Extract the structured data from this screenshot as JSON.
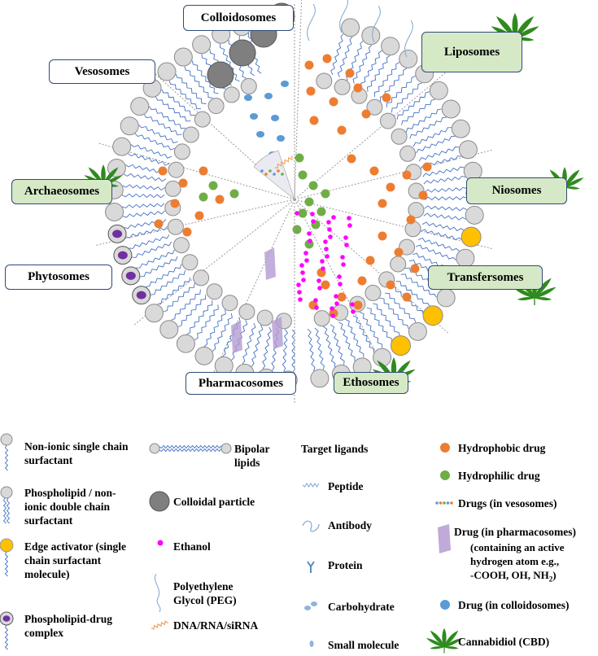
{
  "diagram": {
    "vesicle_types": [
      {
        "id": "colloidosomes",
        "label": "Colloidosomes",
        "cbd": false
      },
      {
        "id": "liposomes",
        "label": "Liposomes",
        "cbd": true
      },
      {
        "id": "vesosomes",
        "label": "Vesosomes",
        "cbd": false
      },
      {
        "id": "archaeosomes",
        "label": "Archaeosomes",
        "cbd": true
      },
      {
        "id": "niosomes",
        "label": "Niosomes",
        "cbd": true
      },
      {
        "id": "phytosomes",
        "label": "Phytosomes",
        "cbd": false
      },
      {
        "id": "transfersomes",
        "label": "Transfersomes",
        "cbd": true
      },
      {
        "id": "pharmacosomes",
        "label": "Pharmacosomes",
        "cbd": false
      },
      {
        "id": "ethosomes",
        "label": "Ethosomes",
        "cbd": true
      }
    ],
    "colors": {
      "label_border": "#2f4a7a",
      "cbd_label_fill": "#d6e9c6",
      "hydrophobic_drug": "#ed7d31",
      "hydrophilic_drug": "#70ad47",
      "edge_activator": "#ffc000",
      "ethanol": "#ff00ff",
      "colloid_drug": "#5b9bd5",
      "colloidal_particle": "#7f7f7f",
      "phospholipid_drug_complex": "#7030a0",
      "lipid_head": "#d9d9d9",
      "lipid_tail": "#4472c4",
      "cannabis_leaf": "#2e8b1e"
    }
  },
  "legend": {
    "col1": {
      "nonionic_single": "Non-ionic single chain surfactant",
      "phospholipid_double": "Phospholipid / non-ionic double chain surfactant",
      "edge_activator": "Edge activator (single chain surfactant molecule)",
      "phospholipid_complex": "Phospholipid-drug complex"
    },
    "col2": {
      "bipolar": "Bipolar lipids",
      "colloidal": "Colloidal particle",
      "ethanol": "Ethanol",
      "peg": "Polyethylene Glycol (PEG)",
      "dna": "DNA/RNA/siRNA"
    },
    "col3": {
      "heading": "Target ligands",
      "peptide": "Peptide",
      "antibody": "Antibody",
      "protein": "Protein",
      "carbohydrate": "Carbohydrate",
      "small_molecule": "Small molecule"
    },
    "col4": {
      "hydrophobic": "Hydrophobic drug",
      "hydrophilic": "Hydrophilic drug",
      "vesosome_drugs": "Drugs (in vesosomes)",
      "pharmacosome_drug_title": "Drug (in pharmacosomes)",
      "pharmacosome_drug_note1": "(containing an active",
      "pharmacosome_drug_note2": "hydrogen atom e.g.,",
      "pharmacosome_drug_note3": "-COOH, OH, NH",
      "pharmacosome_drug_sub": "2",
      "pharmacosome_drug_close": ")",
      "colloidosome_drug": "Drug (in colloidosomes)",
      "cbd": "Cannabidiol (CBD)"
    }
  }
}
